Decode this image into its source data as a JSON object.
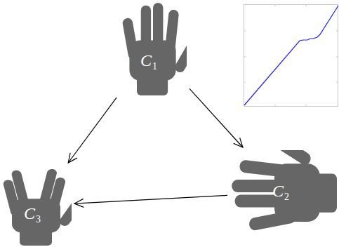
{
  "diagram": {
    "nodes": [
      {
        "text": [
          "C1"
        ]
      },
      {
        "text": [
          "C3"
        ]
      },
      {
        "text": [
          "C2"
        ]
      }
    ],
    "edges": [
      {
        "from": 0,
        "to": 1,
        "arrow": "to"
      },
      {
        "from": 0,
        "to": 2,
        "arrow": "to"
      },
      {
        "from": 2,
        "to": 1,
        "arrow": "to"
      }
    ]
  }
}
